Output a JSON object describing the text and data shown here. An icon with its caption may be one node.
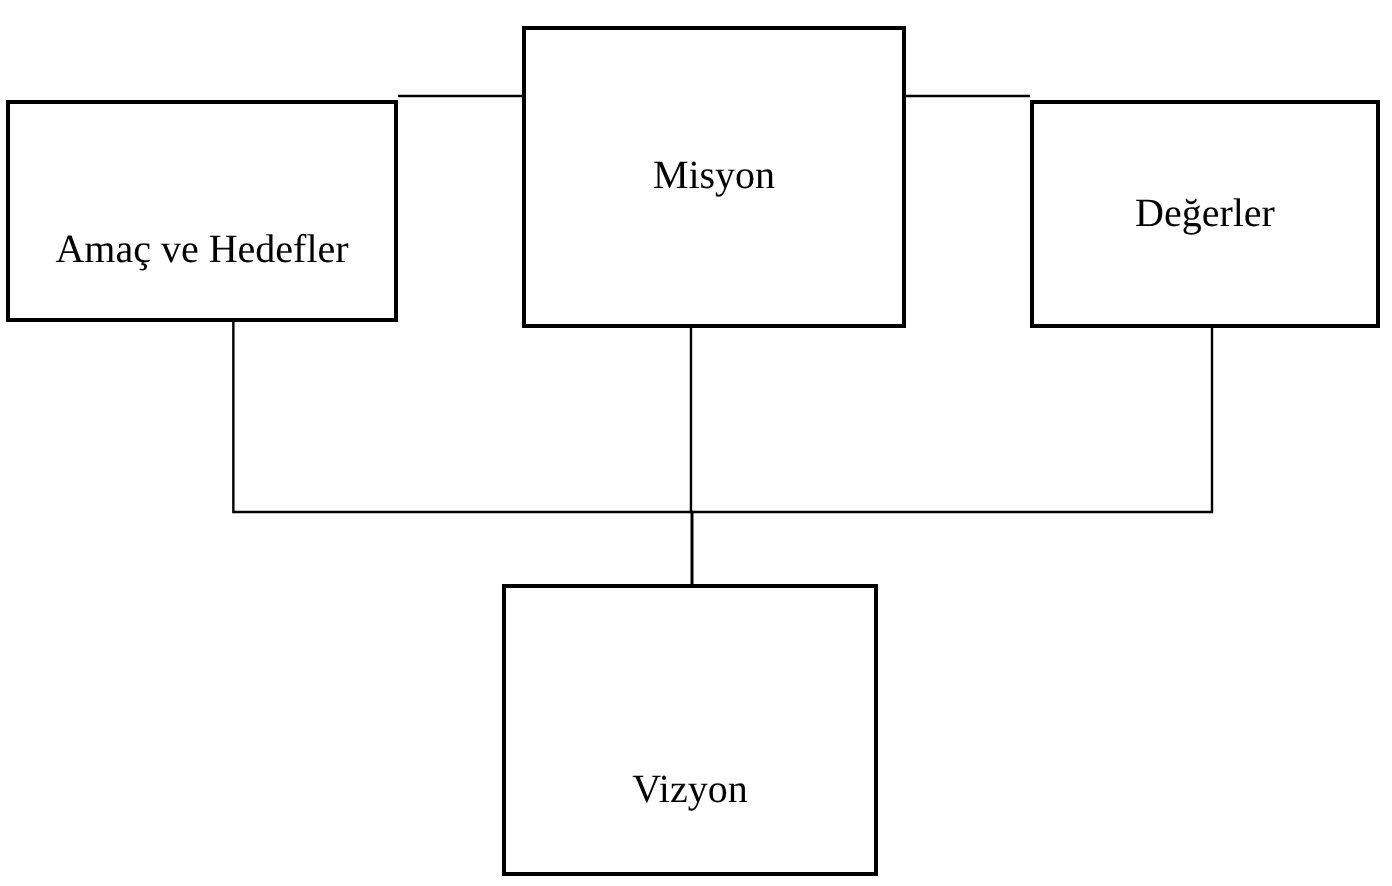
{
  "diagram": {
    "nodes": [
      {
        "text": [
          "Amaç ve Hedefler"
        ]
      },
      {
        "text": [
          "Misyon"
        ]
      },
      {
        "text": [
          "Değerler"
        ]
      },
      {
        "text": [
          "Vizyon"
        ]
      }
    ],
    "edges": [
      {
        "from": 0,
        "to": 1,
        "arrow": "none"
      },
      {
        "from": 1,
        "to": 2,
        "arrow": "none"
      },
      {
        "from": 0,
        "to": 3,
        "arrow": "none"
      },
      {
        "from": 1,
        "to": 3,
        "arrow": "none"
      },
      {
        "from": 2,
        "to": 3,
        "arrow": "none"
      }
    ]
  }
}
